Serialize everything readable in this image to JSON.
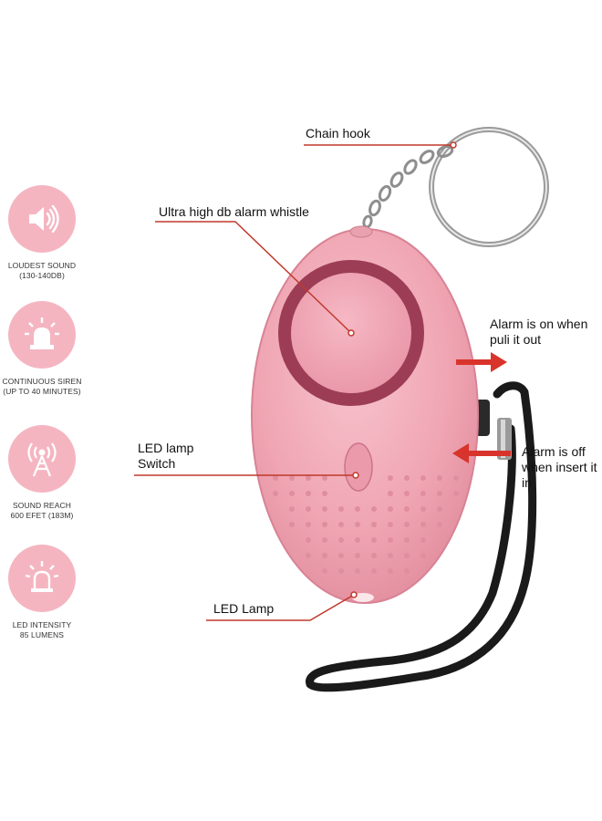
{
  "features": [
    {
      "icon": "speaker-icon",
      "line1": "LOUDEST SOUND",
      "line2": "(130-140DB)"
    },
    {
      "icon": "siren-icon",
      "line1": "CONTINUOUS SIREN",
      "line2": "(UP TO 40 MINUTES)"
    },
    {
      "icon": "antenna-icon",
      "line1": "SOUND REACH",
      "line2": "600 EFET (183M)"
    },
    {
      "icon": "led-light-icon",
      "line1": "LED INTENSITY",
      "line2": "85 LUMENS"
    }
  ],
  "callouts": {
    "chain_hook": "Chain hook",
    "alarm_whistle": "Ultra high db alarm whistle",
    "alarm_on_1": "Alarm is on when",
    "alarm_on_2": "puli it out",
    "led_switch_1": "LED lamp",
    "led_switch_2": "Switch",
    "alarm_off_1": "Alarm is off",
    "alarm_off_2": "when insert it",
    "alarm_off_3": "in",
    "led_lamp": "LED Lamp"
  },
  "colors": {
    "device_pink": "#f2a9b6",
    "speaker_ring": "#9c3d55",
    "icon_circle": "#f4b5c1",
    "callout_line": "#c0392b",
    "strap": "#1a1a1a"
  }
}
